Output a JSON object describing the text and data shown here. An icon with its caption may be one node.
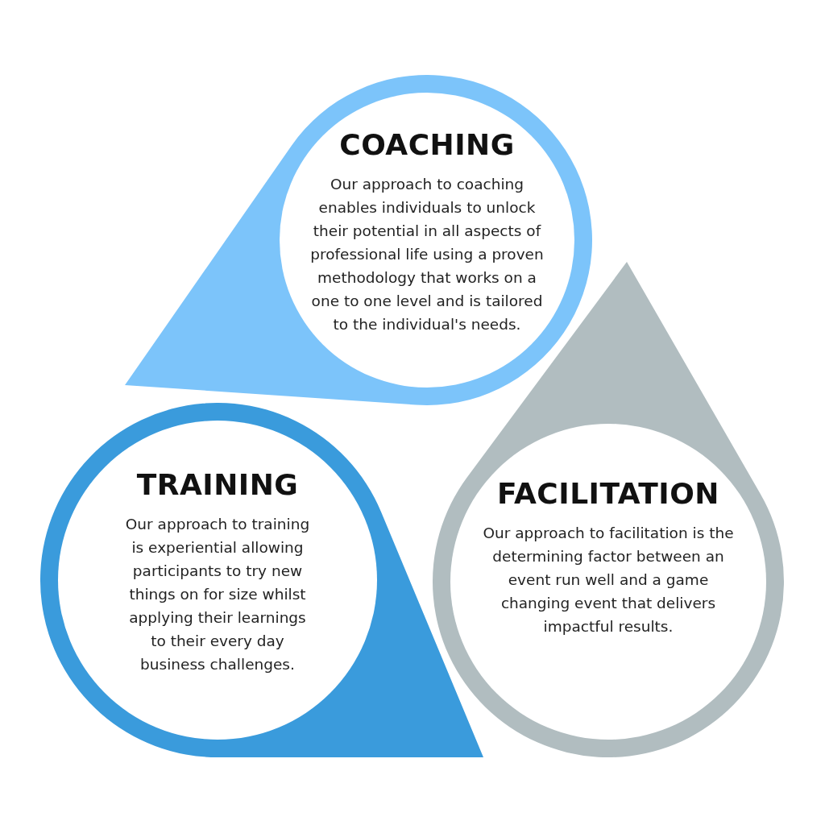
{
  "diagram": {
    "nodes": [
      {
        "text": [
          "COACHING",
          "Our approach to coaching enables individuals to unlock their potential in all aspects of professional life using a proven methodology that works on a one to one level and is tailored to the individual's needs."
        ]
      },
      {
        "text": [
          "TRAINING",
          "Our approach to training is experiential allowing participants to try new things on for size whilst applying their learnings to their every day business challenges."
        ]
      },
      {
        "text": [
          "FACILITATION",
          "Our approach to facilitation is the determining factor between an event run well and a game changing event that delivers impactful results."
        ]
      }
    ]
  }
}
